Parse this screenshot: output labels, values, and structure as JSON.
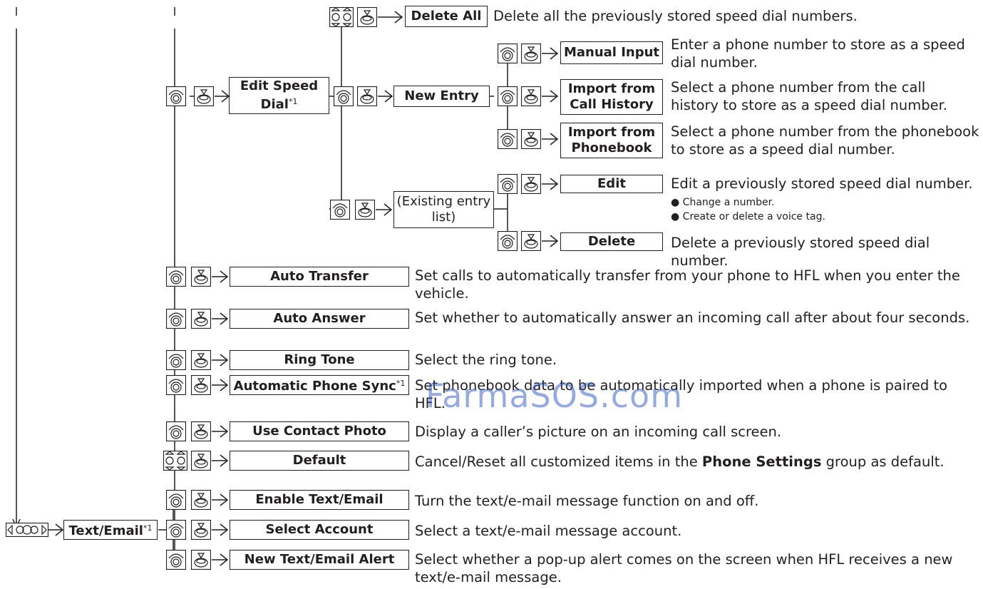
{
  "menu": {
    "delete_all": "Delete All",
    "edit_speed_dial": "Edit Speed Dial",
    "new_entry": "New Entry",
    "manual_input": "Manual Input",
    "import_call_history": "Import from Call History",
    "import_phonebook": "Import from Phonebook",
    "existing_entry_list": "(Existing entry list)",
    "edit": "Edit",
    "delete": "Delete",
    "auto_transfer": "Auto Transfer",
    "auto_answer": "Auto Answer",
    "ring_tone": "Ring Tone",
    "automatic_phone_sync": "Automatic Phone Sync",
    "use_contact_photo": "Use Contact Photo",
    "default": "Default",
    "enable_text_email": "Enable Text/Email",
    "text_email": "Text/Email",
    "select_account": "Select Account",
    "new_text_email_alert": "New Text/Email Alert",
    "footnote_mark": "*1"
  },
  "descriptions": {
    "delete_all": "Delete all the previously stored speed dial numbers.",
    "manual_input": "Enter a phone number to store as a speed dial number.",
    "import_call_history": "Select a phone number from the call history to store as a speed dial number.",
    "import_phonebook": "Select a phone number from the phonebook to store as a speed dial number.",
    "edit": "Edit a previously stored speed dial number.",
    "edit_bullet_1": "Change a number.",
    "edit_bullet_2": "Create or delete a voice tag.",
    "delete": "Delete a previously stored speed dial number.",
    "auto_transfer": "Set calls to automatically transfer from your phone to HFL when you enter the vehicle.",
    "auto_answer": "Set whether to automatically answer an incoming call after about four seconds.",
    "ring_tone": "Select the ring tone.",
    "automatic_phone_sync": "Set phonebook data to be automatically imported when a phone is paired to HFL.",
    "use_contact_photo": "Display a caller’s picture on an incoming call screen.",
    "default_pre": "Cancel/Reset all customized items in the ",
    "default_bold": "Phone Settings",
    "default_post": " group as default.",
    "enable_text_email": "Turn the text/e-mail message function on and off.",
    "select_account": "Select a text/e-mail message account.",
    "new_text_email_alert": "Select whether a pop-up alert comes on the screen when HFL receives a new text/e-mail message."
  },
  "watermark": {
    "site": "FarmaSOS.com"
  },
  "icons": {
    "rotary": "rotate-knob-icon",
    "press": "press-knob-icon",
    "move": "move-knob-icon",
    "slide": "slide-knob-icon"
  },
  "colors": {
    "line": "#231f20",
    "watermark": "#2e57c0"
  }
}
